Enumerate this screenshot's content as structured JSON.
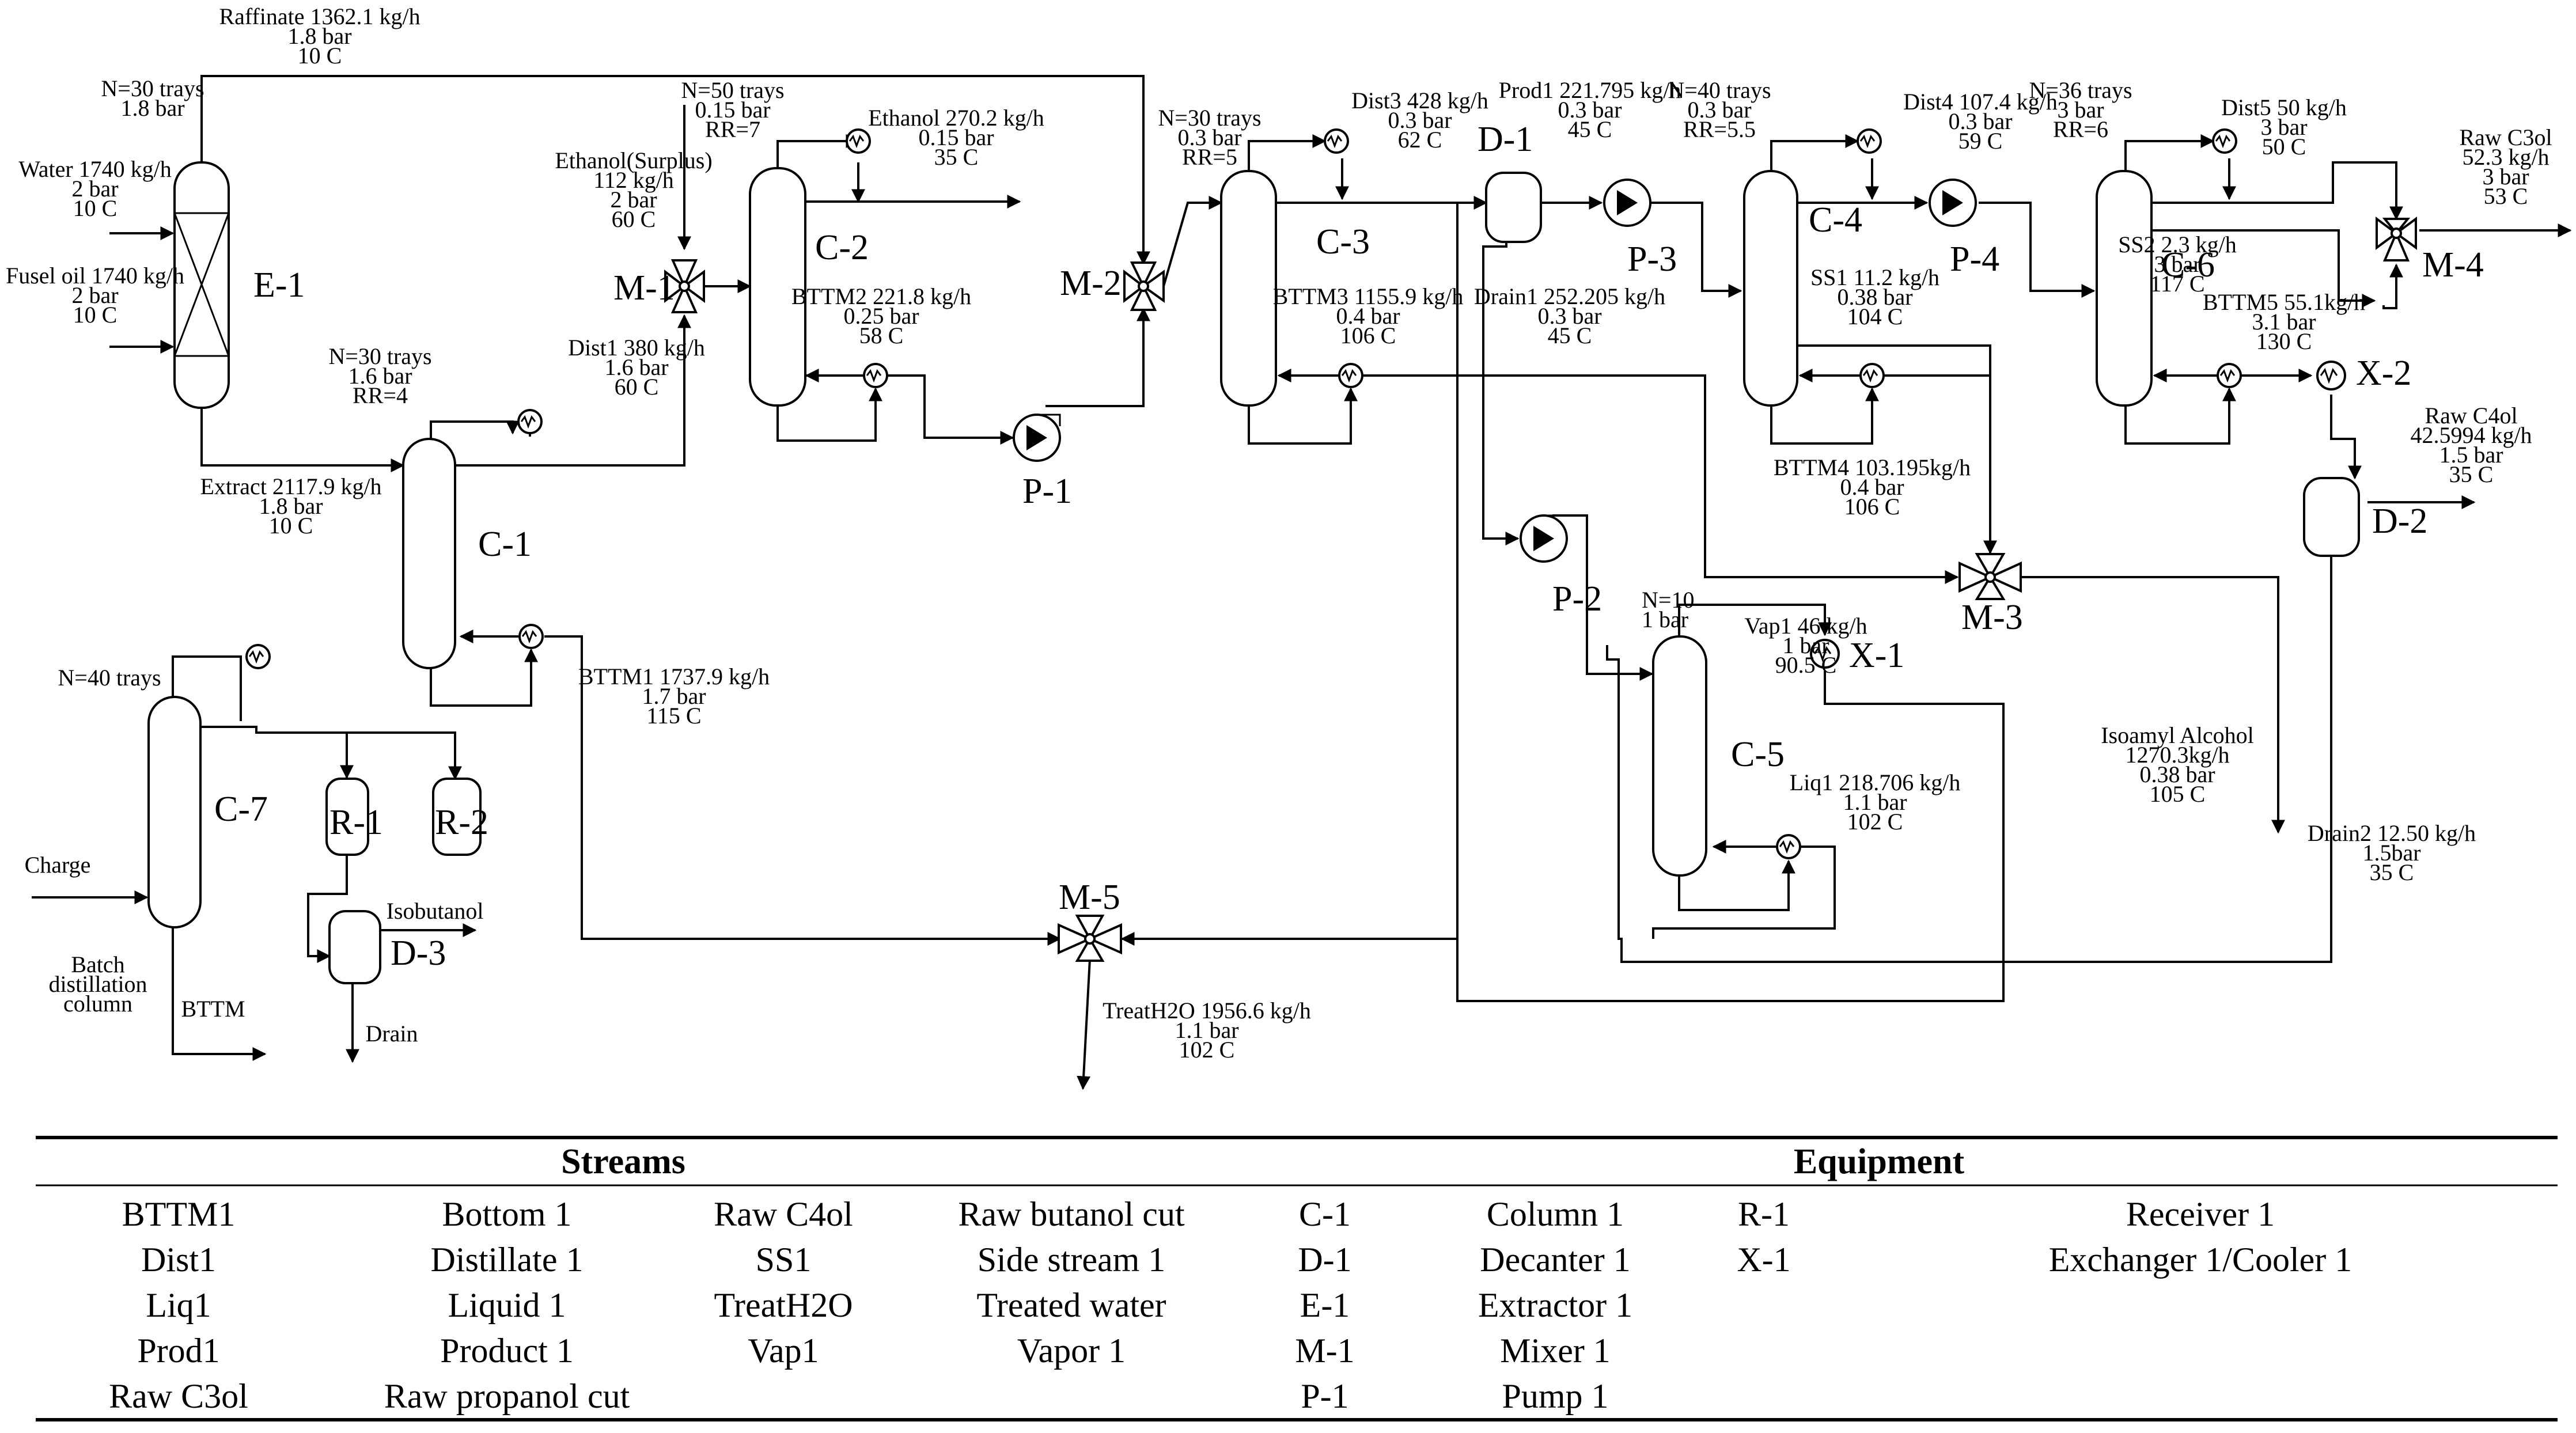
{
  "equipment_tags": {
    "E1": "E-1",
    "C1": "C-1",
    "C2": "C-2",
    "C3": "C-3",
    "C4": "C-4",
    "C5": "C-5",
    "C6": "C-6",
    "C7": "C-7",
    "M1": "M-1",
    "M2": "M-2",
    "M3": "M-3",
    "M4": "M-4",
    "M5": "M-5",
    "P1": "P-1",
    "P2": "P-2",
    "P3": "P-3",
    "P4": "P-4",
    "D1": "D-1",
    "D2": "D-2",
    "D3": "D-3",
    "R1": "R-1",
    "R2": "R-2",
    "X1": "X-1",
    "X2": "X-2"
  },
  "labels": {
    "raffinate": [
      "Raffinate 1362.1 kg/h",
      "1.8 bar",
      "10 C"
    ],
    "e1_spec": [
      "N=30 trays",
      "1.8 bar"
    ],
    "water": [
      "Water 1740 kg/h",
      "2 bar",
      "10 C"
    ],
    "fusel": [
      "Fusel oil 1740 kg/h",
      "2 bar",
      "10 C"
    ],
    "extract": [
      "Extract 2117.9 kg/h",
      "1.8 bar",
      "10 C"
    ],
    "c1_spec": [
      "N=30 trays",
      "1.6 bar",
      "RR=4"
    ],
    "ethanol_surplus": [
      "Ethanol(Surplus)",
      "112 kg/h",
      "2 bar",
      "60 C"
    ],
    "dist1": [
      "Dist1 380 kg/h",
      "1.6 bar",
      "60 C"
    ],
    "bttm1": [
      "BTTM1 1737.9 kg/h",
      "1.7 bar",
      "115 C"
    ],
    "c2_spec": [
      "N=50 trays",
      "0.15 bar",
      "RR=7"
    ],
    "ethanol": [
      "Ethanol 270.2 kg/h",
      "0.15 bar",
      "35 C"
    ],
    "bttm2": [
      "BTTM2 221.8 kg/h",
      "0.25 bar",
      "58 C"
    ],
    "c3_spec": [
      "N=30 trays",
      "0.3 bar",
      "RR=5"
    ],
    "dist3": [
      "Dist3 428 kg/h",
      "0.3 bar",
      "62 C"
    ],
    "bttm3": [
      "BTTM3 1155.9 kg/h",
      "0.4 bar",
      "106 C"
    ],
    "prod1": [
      "Prod1 221.795 kg/h",
      "0.3 bar",
      "45 C"
    ],
    "drain1": [
      "Drain1 252.205 kg/h",
      "0.3 bar",
      "45 C"
    ],
    "c4_spec": [
      "N=40 trays",
      "0.3 bar",
      "RR=5.5"
    ],
    "dist4": [
      "Dist4 107.4 kg/h",
      "0.3 bar",
      "59 C"
    ],
    "ss1": [
      "SS1 11.2 kg/h",
      "0.38 bar",
      "104 C"
    ],
    "bttm4": [
      "BTTM4 103.195kg/h",
      "0.4 bar",
      "106 C"
    ],
    "c6_spec": [
      "N=36 trays",
      "3 bar",
      "RR=6"
    ],
    "dist5": [
      "Dist5 50 kg/h",
      "3 bar",
      "50 C"
    ],
    "ss2": [
      "SS2 2.3 kg/h",
      "3 bar",
      "117 C"
    ],
    "bttm5": [
      "BTTM5 55.1kg/h",
      "3.1 bar",
      "130 C"
    ],
    "raw_c3ol": [
      "Raw C3ol",
      "52.3 kg/h",
      "3 bar",
      "53 C"
    ],
    "raw_c4ol": [
      "Raw C4ol",
      "42.5994 kg/h",
      "1.5 bar",
      "35 C"
    ],
    "c5_spec": [
      "N=10",
      "1 bar"
    ],
    "vap1": [
      "Vap1 46 kg/h",
      "1 bar",
      "90.5 C"
    ],
    "liq1": [
      "Liq1 218.706 kg/h",
      "1.1 bar",
      "102 C"
    ],
    "isoamyl": [
      "Isoamyl Alcohol",
      "1270.3kg/h",
      "0.38 bar",
      "105 C"
    ],
    "drain2": [
      "Drain2 12.50 kg/h",
      "1.5bar",
      "35 C"
    ],
    "treath2o": [
      "TreatH2O 1956.6 kg/h",
      "1.1 bar",
      "102 C"
    ],
    "c7_spec": [
      "N=40 trays"
    ],
    "charge": [
      "Charge"
    ],
    "batch": [
      "Batch",
      "distillation",
      "column"
    ],
    "bttm_c7": [
      "BTTM"
    ],
    "isobutanol": [
      "Isobutanol"
    ],
    "drain_d3": [
      "Drain"
    ]
  },
  "legend": {
    "streams_title": "Streams",
    "equipment_title": "Equipment",
    "streams": [
      [
        "BTTM1",
        "Bottom 1",
        "Raw C4ol",
        "Raw butanol cut"
      ],
      [
        "Dist1",
        "Distillate 1",
        "SS1",
        "Side stream 1"
      ],
      [
        "Liq1",
        "Liquid 1",
        "TreatH2O",
        "Treated water"
      ],
      [
        "Prod1",
        "Product 1",
        "Vap1",
        "Vapor 1"
      ],
      [
        "Raw C3ol",
        "Raw propanol cut",
        "",
        ""
      ]
    ],
    "equipment": [
      [
        "C-1",
        "Column 1",
        "R-1",
        "Receiver 1"
      ],
      [
        "D-1",
        "Decanter 1",
        "X-1",
        "Exchanger 1/Cooler 1"
      ],
      [
        "E-1",
        "Extractor 1",
        "",
        ""
      ],
      [
        "M-1",
        "Mixer 1",
        "",
        ""
      ],
      [
        "P-1",
        "Pump 1",
        "",
        ""
      ]
    ]
  }
}
